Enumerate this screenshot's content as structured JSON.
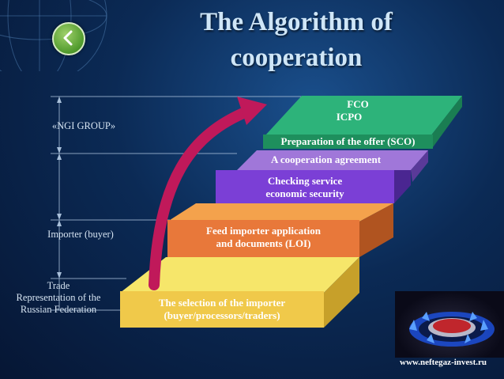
{
  "slide": {
    "title_line1": "The Algorithm of",
    "title_line2": "cooperation",
    "website": "www.neftegaz-invest.ru"
  },
  "roles": {
    "ngi_group": "«NGI GROUP»",
    "importer": "Importer (buyer)",
    "trade_line1": "Trade",
    "trade_line2": "Representation of the",
    "trade_line3": "Russian Federation"
  },
  "steps": {
    "step1_line1": "The selection of the importer",
    "step1_line2": "(buyer/processors/traders)",
    "step2_line1": "Feed importer application",
    "step2_line2": "and documents (LOI)",
    "step3_line1": "Checking service",
    "step3_line2": "economic security",
    "step4": "A cooperation agreement",
    "step5": "Preparation of the offer (SCO)",
    "step6_fco": "FCO",
    "step6_icpo": "ICPO"
  },
  "colors": {
    "step1": "#f2e055",
    "step2": "#f08a3c",
    "step3": "#7b3fd6",
    "step4": "#9b6ad8",
    "step5": "#2ab57a",
    "arrow": "#c0195a"
  }
}
